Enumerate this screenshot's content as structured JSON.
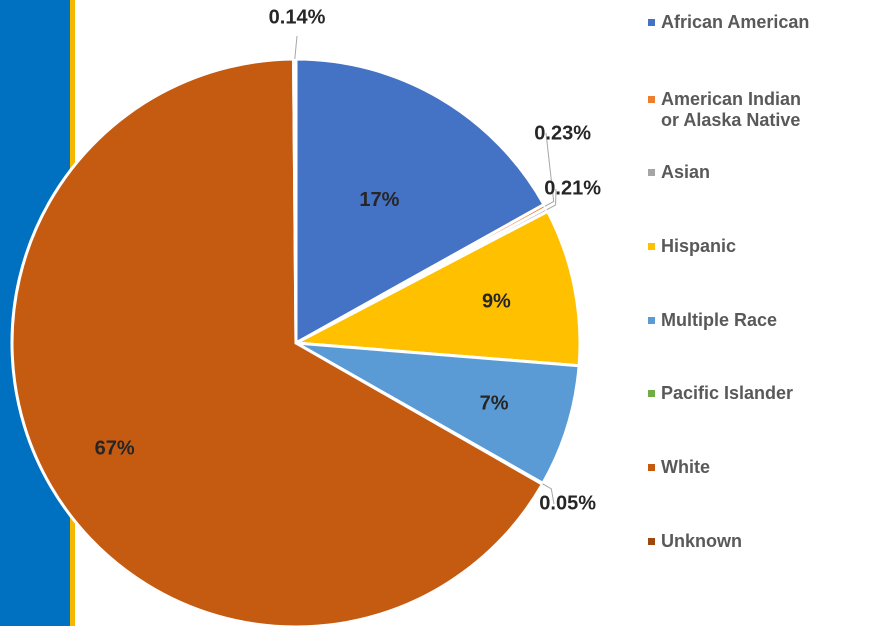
{
  "chart_data": {
    "type": "pie",
    "categories": [
      "African American",
      "American Indian\nor Alaska Native",
      "Asian",
      "Hispanic",
      "Multiple Race",
      "Pacific Islander",
      "White",
      "Unknown"
    ],
    "values": [
      17,
      0.23,
      0.21,
      9,
      7,
      0.05,
      67,
      0.14
    ],
    "data_labels": [
      "17%",
      "0.23%",
      "0.21%",
      "9%",
      "7%",
      "0.05%",
      "67%",
      "0.14%"
    ],
    "colors": [
      "#4472c4",
      "#ed7d31",
      "#a5a5a5",
      "#ffc000",
      "#5b9bd5",
      "#70ad47",
      "#c55a11",
      "#9e480e"
    ],
    "legend_position": "right",
    "title": ""
  }
}
